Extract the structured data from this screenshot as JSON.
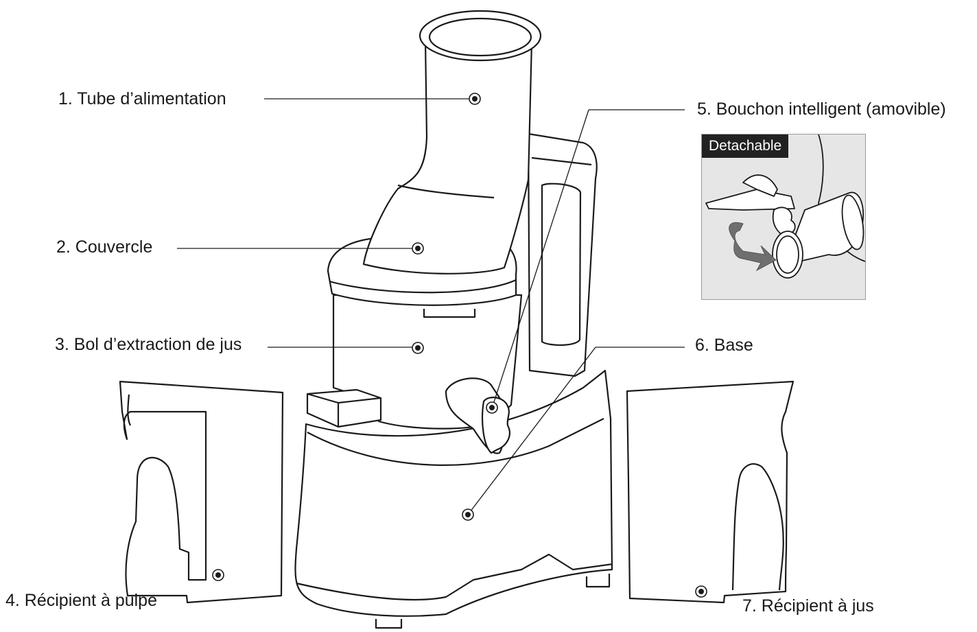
{
  "labels": {
    "l1": "1. Tube d’alimentation",
    "l2": "2. Couvercle",
    "l3": "3. Bol d’extraction de jus",
    "l4": "4. Récipient à pulpe",
    "l5": "5. Bouchon intelligent (amovible)",
    "l6": "6. Base",
    "l7": "7. Récipient à jus"
  },
  "inset": {
    "badge": "Detachable"
  },
  "colors": {
    "line": "#1a1a1a",
    "fill": "#ffffff",
    "inset_bg": "#e6e6e6",
    "badge_bg": "#222222",
    "arrow": "#6f6f6f"
  }
}
